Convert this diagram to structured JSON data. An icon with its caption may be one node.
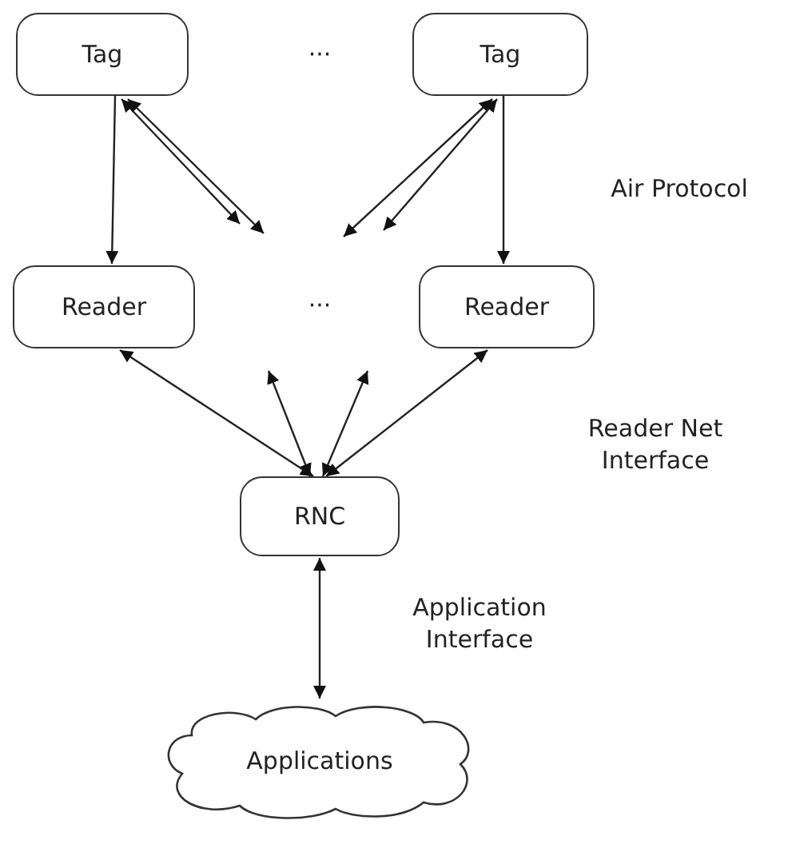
{
  "diagram": {
    "nodes": [
      {
        "text": [
          "Tag"
        ]
      },
      {
        "text": [
          "Tag"
        ]
      },
      {
        "text": [
          "Reader"
        ]
      },
      {
        "text": [
          "Reader"
        ]
      },
      {
        "text": [
          "RNC"
        ]
      },
      {
        "text": [
          "Applications"
        ]
      }
    ],
    "edges": [
      {
        "from": 0,
        "to": 2,
        "arrow": "to"
      },
      {
        "from": 0,
        "to": null,
        "arrow": "both"
      },
      {
        "from": 0,
        "to": null,
        "arrow": "both"
      },
      {
        "from": 1,
        "to": null,
        "arrow": "both"
      },
      {
        "from": 1,
        "to": null,
        "arrow": "both"
      },
      {
        "from": 1,
        "to": 3,
        "arrow": "to"
      },
      {
        "from": 4,
        "to": 2,
        "arrow": "both"
      },
      {
        "from": 4,
        "to": null,
        "arrow": "both"
      },
      {
        "from": 4,
        "to": null,
        "arrow": "both"
      },
      {
        "from": 4,
        "to": 3,
        "arrow": "both"
      },
      {
        "from": 4,
        "to": 5,
        "arrow": "both"
      }
    ],
    "labels": [
      "···",
      "Air Protocol",
      "···",
      "Reader Net Interface",
      "Application Interface"
    ]
  }
}
